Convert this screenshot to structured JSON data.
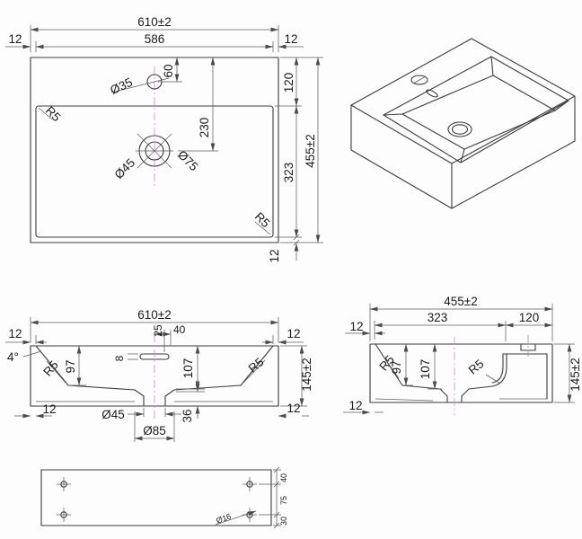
{
  "palette": {
    "background": "#fdfdfd",
    "object_line": "#3c3c3c",
    "dimension_line": "#5c5c5c",
    "centerline": "#949494",
    "centerline_accent": "#c392c3",
    "text": "#1b1b1b"
  },
  "views": {
    "top": {
      "dim_width_overall": "610±2",
      "dim_width_inner": "586",
      "dim_edge_left": "12",
      "dim_edge_right": "12",
      "label_faucet_hole": "Ø35",
      "dim_faucet_offset": "60",
      "dim_drain_offset": "230",
      "label_drain_inner": "Ø45",
      "label_drain_outer": "Ø75",
      "label_radius_top_left": "R5",
      "label_radius_bottom_right": "R5",
      "dim_deck_depth": "120",
      "dim_basin_depth": "323",
      "dim_edge_bottom": "12",
      "dim_depth_overall": "455±2"
    },
    "front": {
      "dim_width_overall": "610±2",
      "dim_edge_left": "12",
      "dim_edge_right": "12",
      "dim_wall_angle": "4°",
      "label_radius_left": "R5",
      "label_radius_right": "R5",
      "dim_basin_inner_height": "97",
      "dim_slot_offset": "25",
      "dim_slot_length": "40",
      "dim_slot_height": "8",
      "dim_basin_depth": "107",
      "dim_height_overall": "145±2",
      "dim_drain_boss_height": "36",
      "dim_edge_bottom_left": "12",
      "dim_edge_bottom_right": "12",
      "label_drain_pipe": "Ø45",
      "label_drain_boss": "Ø85"
    },
    "side": {
      "dim_depth_overall": "455±2",
      "dim_basin_depth": "323",
      "dim_deck_depth": "120",
      "dim_edge_top": "12",
      "label_radius_left": "R5",
      "label_radius_right": "R5",
      "dim_basin_inner_height": "97",
      "dim_basin_depth_inner": "107",
      "dim_height_overall": "145±2",
      "dim_edge_bottom": "12"
    },
    "back": {
      "label_mount_hole": "Ø16",
      "dim_hole_top_offset": "40",
      "dim_hole_row_spacing": "75",
      "dim_hole_bottom_offset": "30"
    }
  }
}
